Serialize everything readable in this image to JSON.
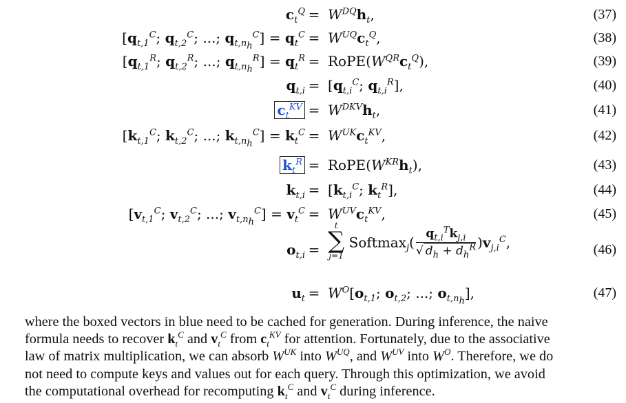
{
  "equations": [
    {
      "number": "(37)"
    },
    {
      "number": "(38)"
    },
    {
      "number": "(39)"
    },
    {
      "number": "(40)"
    },
    {
      "number": "(41)"
    },
    {
      "number": "(42)"
    },
    {
      "number": "(43)"
    },
    {
      "number": "(44)"
    },
    {
      "number": "(45)"
    },
    {
      "number": "(46)"
    },
    {
      "number": "(47)"
    }
  ],
  "tokens": {
    "rope": "RoPE",
    "softmax": "Softmax",
    "sum_upper": "t",
    "sum_lower": "j=1"
  },
  "paragraph": {
    "line1": "where the boxed vectors in blue need to be cached for generation. During inference, the naive",
    "line2_a": "formula needs to recover ",
    "line2_b": " and ",
    "line2_c": " from ",
    "line2_d": " for attention. Fortunately, due to the associative",
    "line3_a": "law of matrix multiplication, we can absorb ",
    "line3_b": " into ",
    "line3_c": ", and ",
    "line3_d": " into ",
    "line3_e": ". Therefore, we do",
    "line4": "not need to compute keys and values out for each query. Through this optimization, we avoid",
    "line5_a": "the computational overhead for recomputing ",
    "line5_b": " and ",
    "line5_c": " during inference."
  },
  "colors": {
    "cached_highlight": "#1a4fd6",
    "text": "#111111"
  }
}
